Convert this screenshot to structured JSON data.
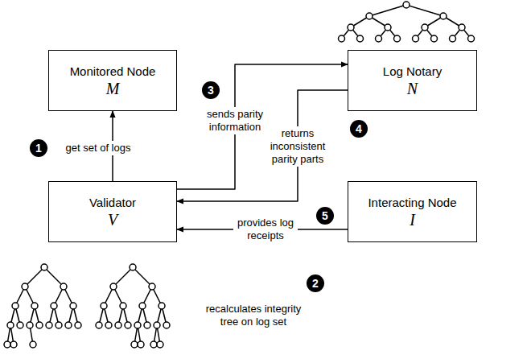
{
  "diagram": {
    "nodes": [
      {
        "text": [
          "Monitored Node",
          "M"
        ]
      },
      {
        "text": [
          "Log Notary",
          "N"
        ]
      },
      {
        "text": [
          "Validator",
          "V"
        ]
      },
      {
        "text": [
          "Interacting Node",
          "I"
        ]
      }
    ],
    "edges": [
      {
        "from": 2,
        "to": 0,
        "arrow": "to",
        "label": "get set of logs"
      },
      {
        "from": 2,
        "to": 1,
        "arrow": "to",
        "label": "sends parity information"
      },
      {
        "from": 1,
        "to": 2,
        "arrow": "to",
        "label": "returns inconsistent parity parts"
      },
      {
        "from": 3,
        "to": 2,
        "arrow": "to",
        "label": "provides log receipts"
      }
    ],
    "labels": [
      "1",
      "2",
      "3",
      "4",
      "5",
      "recalculates integrity tree on log set"
    ]
  }
}
